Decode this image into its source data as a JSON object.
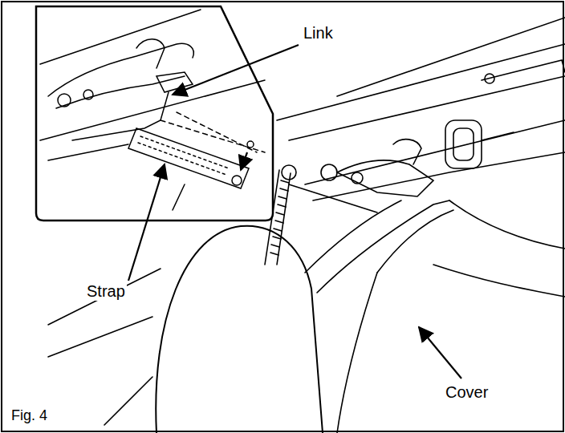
{
  "diagram": {
    "labels": [
      "Link",
      "Strap",
      "Cover",
      "Fig. 4"
    ]
  }
}
